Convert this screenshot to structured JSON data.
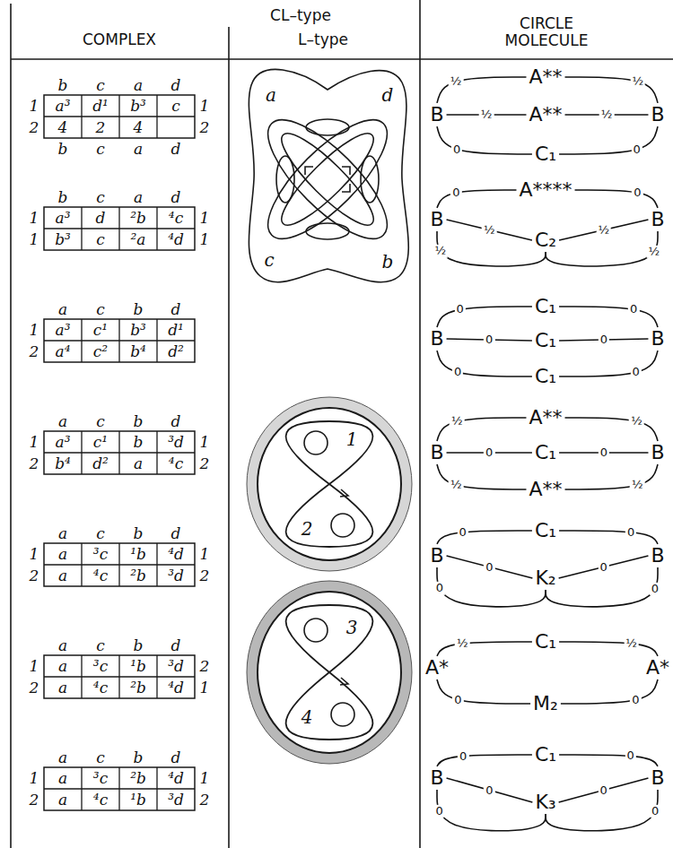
{
  "diagram": {
    "nodes": [
      {
        "text": [
          "B"
        ]
      },
      {
        "text": [
          "A**"
        ]
      },
      {
        "text": [
          "A**"
        ]
      },
      {
        "text": [
          "C₁"
        ]
      },
      {
        "text": [
          "B"
        ]
      },
      {
        "text": [
          "B"
        ]
      },
      {
        "text": [
          "A****"
        ]
      },
      {
        "text": [
          "C₂"
        ]
      },
      {
        "text": [
          "B"
        ]
      },
      {
        "text": [
          "B"
        ]
      },
      {
        "text": [
          "C₁"
        ]
      },
      {
        "text": [
          "C₁"
        ]
      },
      {
        "text": [
          "C₁"
        ]
      },
      {
        "text": [
          "B"
        ]
      },
      {
        "text": [
          "B"
        ]
      },
      {
        "text": [
          "A**"
        ]
      },
      {
        "text": [
          "C₁"
        ]
      },
      {
        "text": [
          "A**"
        ]
      },
      {
        "text": [
          "B"
        ]
      },
      {
        "text": [
          "B"
        ]
      },
      {
        "text": [
          "C₁"
        ]
      },
      {
        "text": [
          "K₂"
        ]
      },
      {
        "text": [
          "B"
        ]
      },
      {
        "text": [
          "A*"
        ]
      },
      {
        "text": [
          "C₁"
        ]
      },
      {
        "text": [
          "M₂"
        ]
      },
      {
        "text": [
          "A*"
        ]
      },
      {
        "text": [
          "B"
        ]
      },
      {
        "text": [
          "C₁"
        ]
      },
      {
        "text": [
          "K₃"
        ]
      },
      {
        "text": [
          "B"
        ]
      }
    ],
    "edges": [
      {
        "from": 0,
        "to": 1,
        "label": "½",
        "arrow": "none"
      },
      {
        "from": 1,
        "to": 4,
        "label": "½",
        "arrow": "none"
      },
      {
        "from": 0,
        "to": 2,
        "label": "½",
        "arrow": "none"
      },
      {
        "from": 2,
        "to": 4,
        "label": "½",
        "arrow": "none"
      },
      {
        "from": 0,
        "to": 3,
        "label": "0",
        "arrow": "none"
      },
      {
        "from": 3,
        "to": 4,
        "label": "0",
        "arrow": "none"
      },
      {
        "from": 5,
        "to": 6,
        "label": "0",
        "arrow": "none"
      },
      {
        "from": 6,
        "to": 8,
        "label": "0",
        "arrow": "none"
      },
      {
        "from": 5,
        "to": 7,
        "label": "½",
        "arrow": "none"
      },
      {
        "from": 7,
        "to": 8,
        "label": "½",
        "arrow": "none"
      },
      {
        "from": 5,
        "to": 7,
        "label": "½",
        "arrow": "none"
      },
      {
        "from": 7,
        "to": 8,
        "label": "½",
        "arrow": "none"
      },
      {
        "from": 9,
        "to": 10,
        "label": "0",
        "arrow": "none"
      },
      {
        "from": 10,
        "to": 13,
        "label": "0",
        "arrow": "none"
      },
      {
        "from": 9,
        "to": 11,
        "label": "0",
        "arrow": "none"
      },
      {
        "from": 11,
        "to": 13,
        "label": "0",
        "arrow": "none"
      },
      {
        "from": 9,
        "to": 12,
        "label": "0",
        "arrow": "none"
      },
      {
        "from": 12,
        "to": 13,
        "label": "0",
        "arrow": "none"
      },
      {
        "from": 14,
        "to": 15,
        "label": "½",
        "arrow": "none"
      },
      {
        "from": 15,
        "to": 18,
        "label": "½",
        "arrow": "none"
      },
      {
        "from": 14,
        "to": 16,
        "label": "0",
        "arrow": "none"
      },
      {
        "from": 16,
        "to": 18,
        "label": "0",
        "arrow": "none"
      },
      {
        "from": 14,
        "to": 17,
        "label": "½",
        "arrow": "none"
      },
      {
        "from": 17,
        "to": 18,
        "label": "½",
        "arrow": "none"
      },
      {
        "from": 19,
        "to": 20,
        "label": "0",
        "arrow": "none"
      },
      {
        "from": 20,
        "to": 22,
        "label": "0",
        "arrow": "none"
      },
      {
        "from": 19,
        "to": 21,
        "label": "0",
        "arrow": "none"
      },
      {
        "from": 21,
        "to": 22,
        "label": "0",
        "arrow": "none"
      },
      {
        "from": 19,
        "to": 21,
        "label": "0",
        "arrow": "none"
      },
      {
        "from": 21,
        "to": 22,
        "label": "0",
        "arrow": "none"
      },
      {
        "from": 23,
        "to": 24,
        "label": "½",
        "arrow": "none"
      },
      {
        "from": 24,
        "to": 26,
        "label": "½",
        "arrow": "none"
      },
      {
        "from": 23,
        "to": 25,
        "label": "0",
        "arrow": "none"
      },
      {
        "from": 25,
        "to": 26,
        "label": "0",
        "arrow": "none"
      },
      {
        "from": 27,
        "to": 28,
        "label": "0",
        "arrow": "none"
      },
      {
        "from": 28,
        "to": 30,
        "label": "0",
        "arrow": "none"
      },
      {
        "from": 27,
        "to": 29,
        "label": "0",
        "arrow": "none"
      },
      {
        "from": 29,
        "to": 30,
        "label": "0",
        "arrow": "none"
      },
      {
        "from": 27,
        "to": 29,
        "label": "0",
        "arrow": "none"
      },
      {
        "from": 29,
        "to": 30,
        "label": "0",
        "arrow": "none"
      }
    ],
    "labels": [
      "CL–type",
      "COMPLEX",
      "L–type",
      "CIRCLE MOLECULE",
      "b",
      "c",
      "a",
      "d",
      "1",
      "a³",
      "d¹",
      "b³",
      "c",
      "1",
      "2",
      "4",
      "2",
      "4",
      "2",
      "b",
      "c",
      "a",
      "d",
      "b",
      "c",
      "a",
      "d",
      "1",
      "a³",
      "d",
      "²b",
      "⁴c",
      "1",
      "1",
      "b³",
      "c",
      "²a",
      "⁴d",
      "1",
      "a",
      "c",
      "b",
      "d",
      "1",
      "a³",
      "c¹",
      "b³",
      "d¹",
      "2",
      "a⁴",
      "c²",
      "b⁴",
      "d²",
      "a",
      "c",
      "b",
      "d",
      "1",
      "a³",
      "c¹",
      "b",
      "³d",
      "1",
      "2",
      "b⁴",
      "d²",
      "a",
      "⁴c",
      "2",
      "a",
      "c",
      "b",
      "d",
      "1",
      "a",
      "³c",
      "¹b",
      "⁴d",
      "1",
      "2",
      "a",
      "⁴c",
      "²b",
      "³d",
      "2",
      "a",
      "c",
      "b",
      "d",
      "1",
      "a",
      "³c",
      "¹b",
      "³d",
      "2",
      "2",
      "a",
      "⁴c",
      "²b",
      "⁴d",
      "1",
      "a",
      "c",
      "b",
      "d",
      "1",
      "a",
      "³c",
      "²b",
      "⁴d",
      "1",
      "2",
      "a",
      "⁴c",
      "¹b",
      "³d",
      "2",
      "a",
      "d",
      "c",
      "b",
      "1",
      "2",
      "3",
      "4"
    ]
  }
}
